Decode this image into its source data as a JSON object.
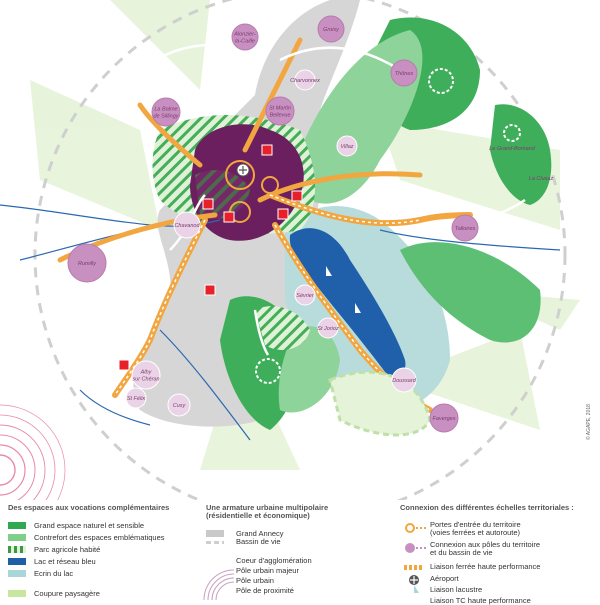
{
  "copyright": "© AGAPE, 2018",
  "towns": [
    {
      "id": "alonzier",
      "label": "Alonzier-\nla-Caille"
    },
    {
      "id": "groisy",
      "label": "Groisy"
    },
    {
      "id": "charvonnex",
      "label": "Charvonnex"
    },
    {
      "id": "thones",
      "label": "Thônes"
    },
    {
      "id": "balme",
      "label": "La Balme\nde Sillingy"
    },
    {
      "id": "stmartin",
      "label": "St Martin\nBellevue"
    },
    {
      "id": "villaz",
      "label": "Villaz"
    },
    {
      "id": "grandbornand",
      "label": "Le Grand-Bornand"
    },
    {
      "id": "clusaz",
      "label": "La Clusaz"
    },
    {
      "id": "chavanod",
      "label": "Chavanod"
    },
    {
      "id": "rumilly",
      "label": "Rumilly"
    },
    {
      "id": "talloires",
      "label": "Talloires"
    },
    {
      "id": "sevrier",
      "label": "Sévrier"
    },
    {
      "id": "stjorioz",
      "label": "St Jorioz"
    },
    {
      "id": "alby",
      "label": "Alby\nsur Chéran"
    },
    {
      "id": "stfelix",
      "label": "St Félix"
    },
    {
      "id": "cusy",
      "label": "Cusy"
    },
    {
      "id": "doussard",
      "label": "Doussard"
    },
    {
      "id": "faverges",
      "label": "Faverges"
    }
  ],
  "legend": {
    "col1": {
      "title": "Des espaces aux vocations complémentaires",
      "items": [
        {
          "label": "Grand espace naturel et sensible",
          "color": "#2fa84f"
        },
        {
          "label": "Contrefort des espaces emblématiques",
          "color": "#7fcf8b"
        },
        {
          "label": "Parc agricole habité",
          "color": "#3a9a44"
        },
        {
          "label": "Lac et réseau bleu",
          "color": "#1f5fa8"
        },
        {
          "label": "Ecrin du lac",
          "color": "#a9d6d8"
        },
        {
          "label": "Coupure paysagère",
          "color": "#c8e6a0"
        }
      ]
    },
    "col2": {
      "title": "Une armature urbaine multipolaire\n(résidentielle et économique)",
      "items": [
        {
          "label": "Grand Annecy"
        },
        {
          "label": "Bassin de vie"
        },
        {
          "label": "Coeur d'agglomération"
        },
        {
          "label": "Pôle urbain majeur"
        },
        {
          "label": "Pôle urbain"
        },
        {
          "label": "Pôle de proximité"
        }
      ]
    },
    "col3": {
      "title": "Connexion des différentes échelles territoriales :",
      "items": [
        {
          "label": "Portes d'entrée du territoire\n(voies ferrées et autoroute)"
        },
        {
          "label": "Connexion aux pôles du territoire\net du bassin de vie"
        },
        {
          "label": "Liaison ferrée haute performance"
        },
        {
          "label": "Aéroport"
        },
        {
          "label": "Liaison lacustre"
        },
        {
          "label": "Liaison TC haute performance"
        }
      ]
    }
  },
  "colors": {
    "greenDark": "#2fa84f",
    "greenLight": "#8fd39b",
    "greenPale": "#dff2d8",
    "lake": "#1f5fa8",
    "ecrin": "#b8dcdc",
    "grey": "#d3d3d3",
    "orange": "#f2a640",
    "purpleDark": "#6b1f5e",
    "pink": "#c890c0",
    "pinkPale": "#ead3e6",
    "red": "#e8202a"
  }
}
